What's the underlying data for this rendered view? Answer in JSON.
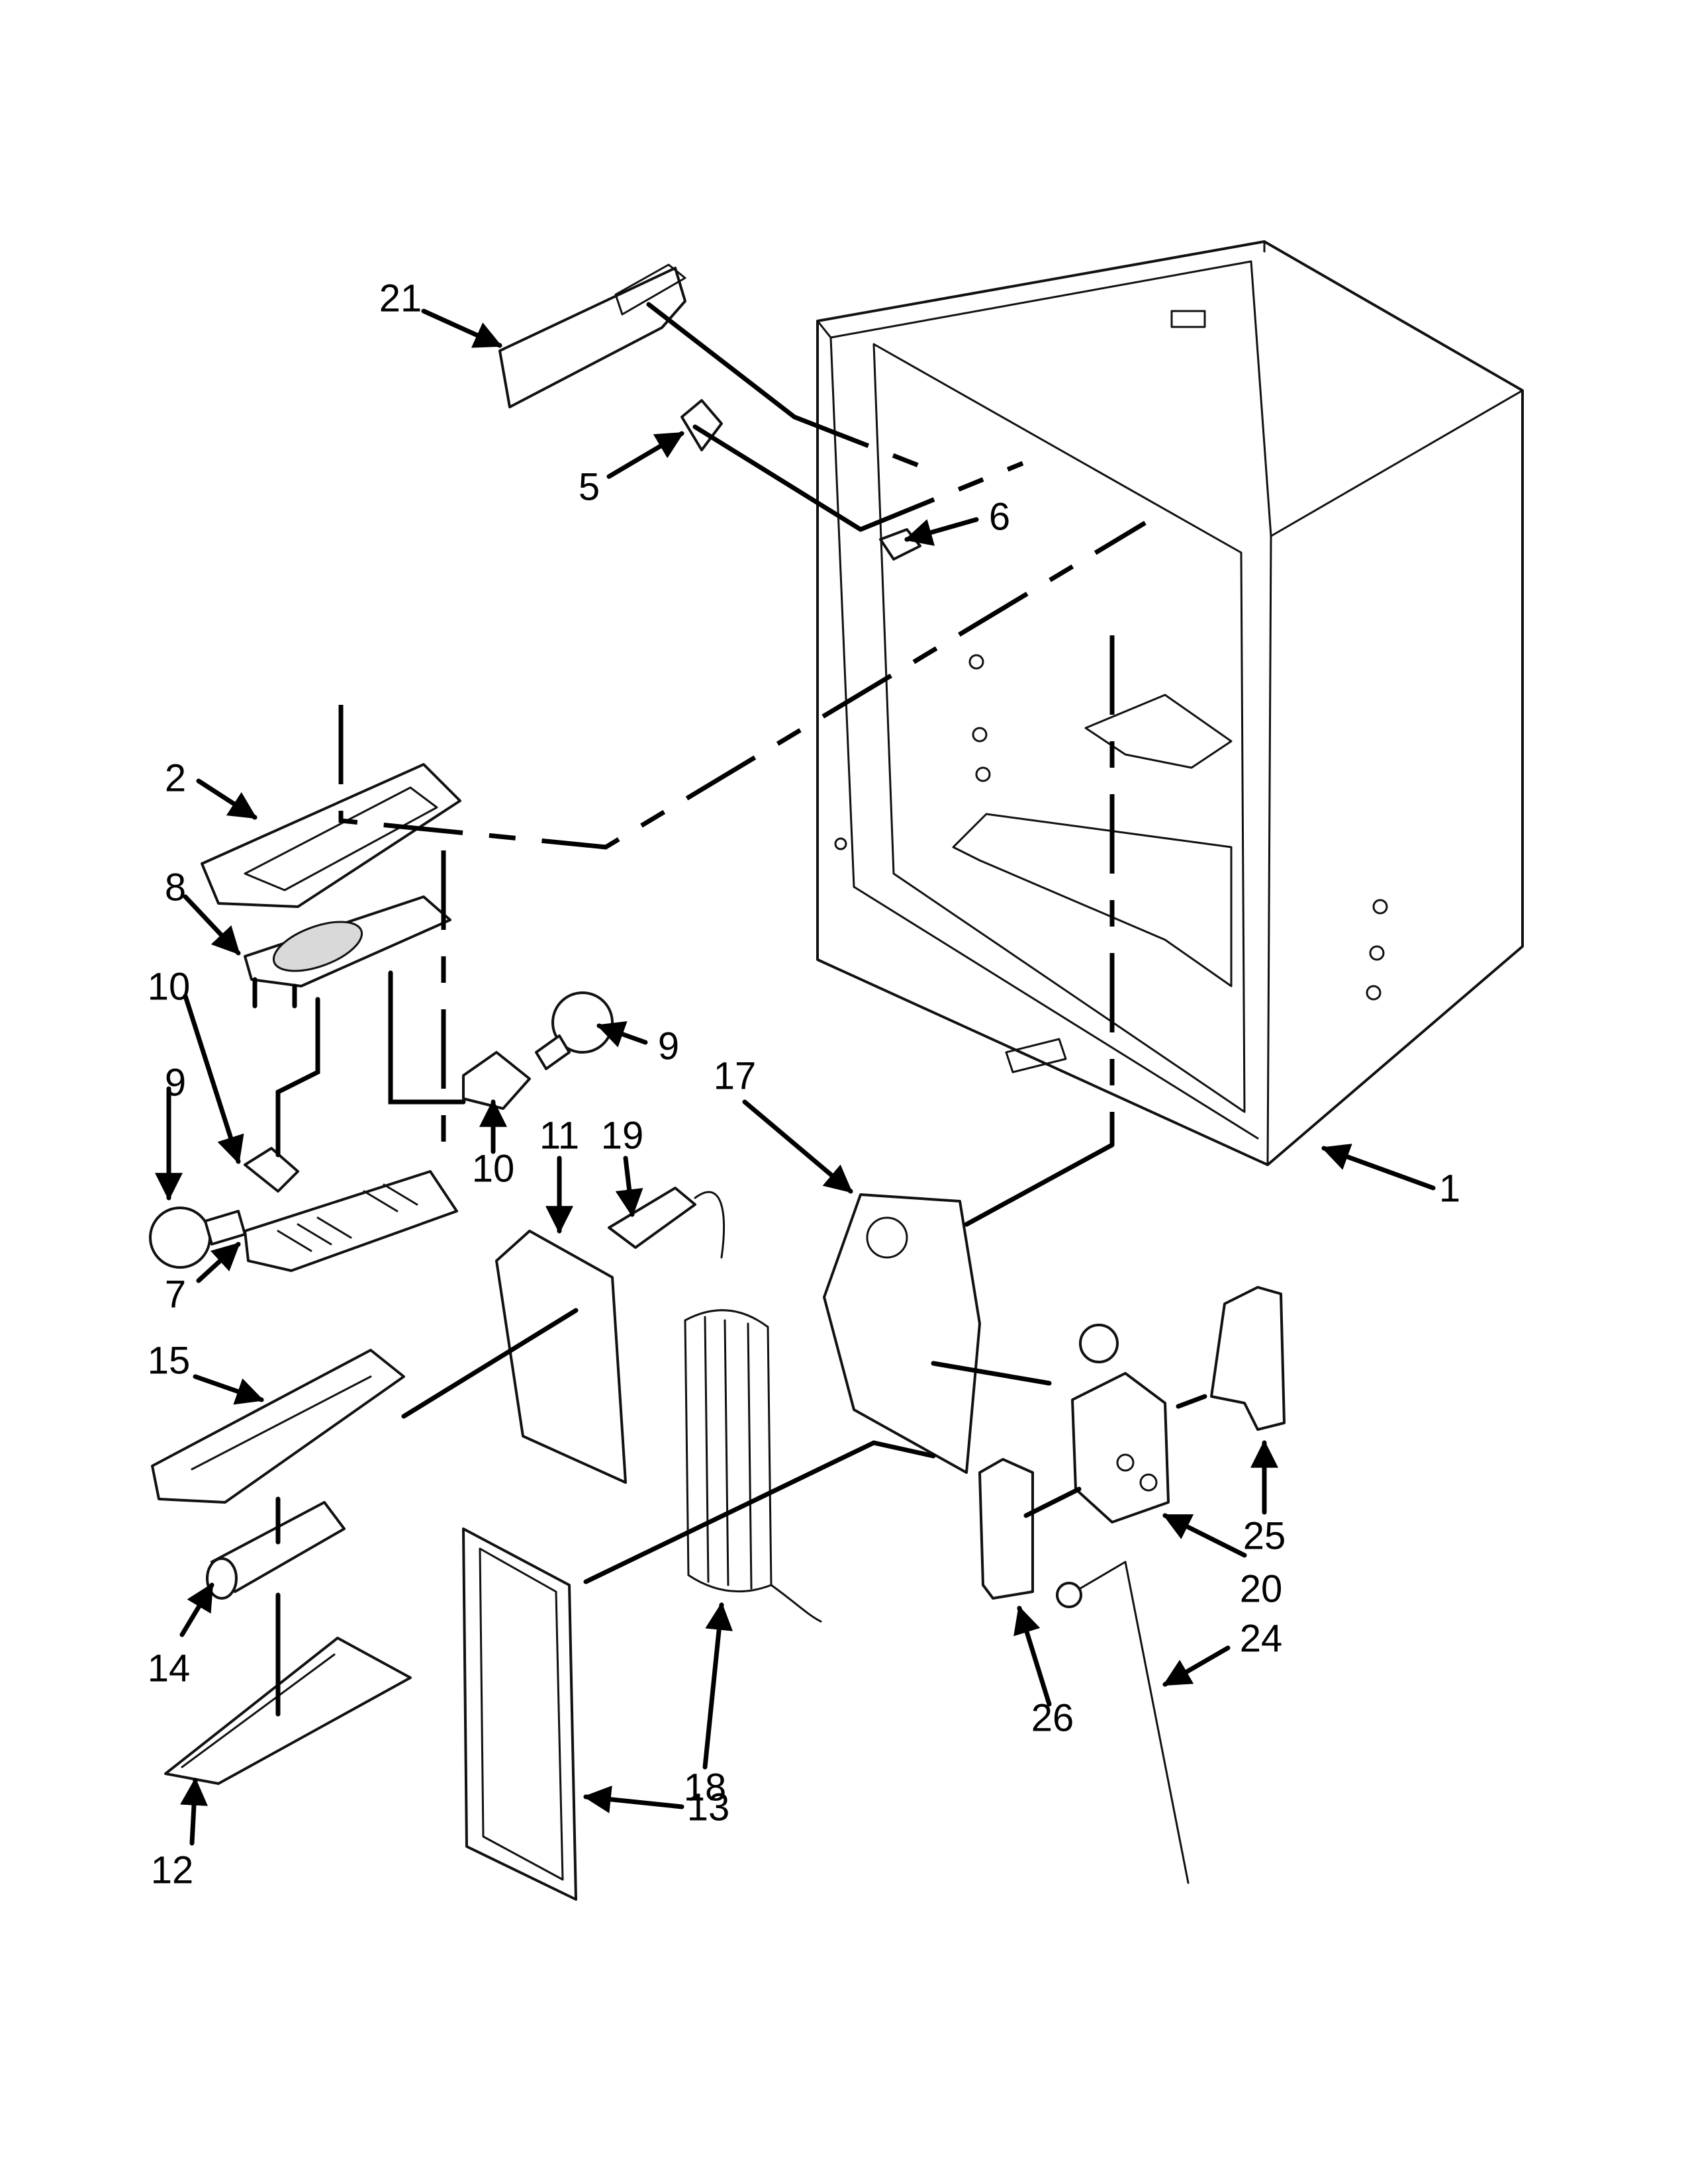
{
  "colors": {
    "line": "#111111",
    "background": "#ffffff",
    "shade": "#d9d9d9"
  },
  "callouts": [
    {
      "id": "1",
      "label": "1"
    },
    {
      "id": "2",
      "label": "2"
    },
    {
      "id": "5",
      "label": "5"
    },
    {
      "id": "6",
      "label": "6"
    },
    {
      "id": "7",
      "label": "7"
    },
    {
      "id": "8",
      "label": "8"
    },
    {
      "id": "9a",
      "label": "9"
    },
    {
      "id": "9b",
      "label": "9"
    },
    {
      "id": "10a",
      "label": "10"
    },
    {
      "id": "10b",
      "label": "10"
    },
    {
      "id": "11",
      "label": "11"
    },
    {
      "id": "12",
      "label": "12"
    },
    {
      "id": "13",
      "label": "13"
    },
    {
      "id": "14",
      "label": "14"
    },
    {
      "id": "15",
      "label": "15"
    },
    {
      "id": "17",
      "label": "17"
    },
    {
      "id": "18",
      "label": "18"
    },
    {
      "id": "19",
      "label": "19"
    },
    {
      "id": "20",
      "label": "20"
    },
    {
      "id": "21",
      "label": "21"
    },
    {
      "id": "24",
      "label": "24"
    },
    {
      "id": "25",
      "label": "25"
    },
    {
      "id": "26",
      "label": "26"
    }
  ]
}
